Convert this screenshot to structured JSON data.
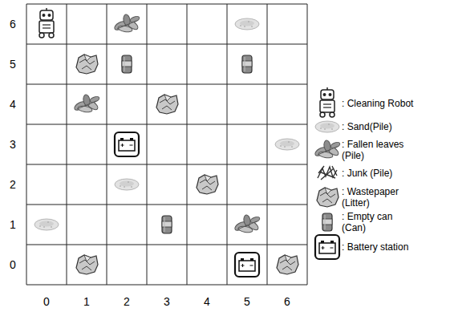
{
  "diagram": {
    "labels": [
      "6",
      "5",
      "4",
      "3",
      "2",
      "1",
      "0",
      "0",
      "1",
      "2",
      "3",
      "4",
      "5",
      "6"
    ],
    "legend": [
      {
        "text": ": Cleaning Robot"
      },
      {
        "text": ": Sand(Pile)"
      },
      {
        "text": ": Fallen leaves (Pile)"
      },
      {
        "text": ": Junk (Pile)"
      },
      {
        "text": ": Wastepaper (Litter)"
      },
      {
        "text": ": Empty can (Can)"
      },
      {
        "text": ": Battery station"
      }
    ]
  }
}
